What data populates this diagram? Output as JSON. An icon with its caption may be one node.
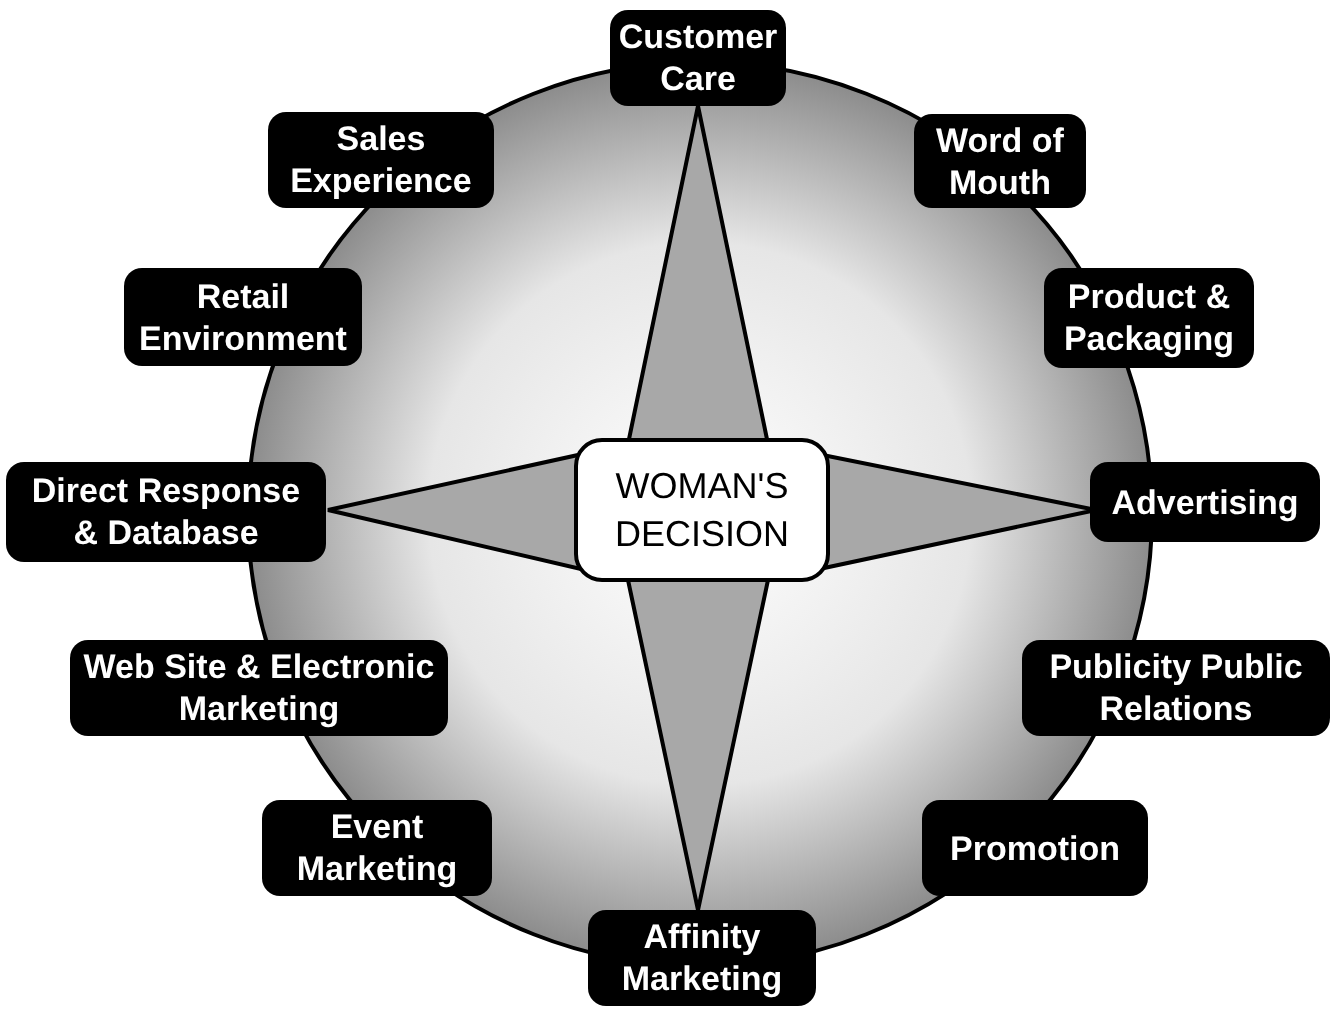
{
  "diagram": {
    "nodes": [
      {
        "text": [
          "Customer Care"
        ]
      },
      {
        "text": [
          "Sales Experience"
        ]
      },
      {
        "text": [
          "Word of Mouth"
        ]
      },
      {
        "text": [
          "Retail Environment"
        ]
      },
      {
        "text": [
          "Product & Packaging"
        ]
      },
      {
        "text": [
          "Direct Response & Database"
        ]
      },
      {
        "text": [],
        "shape": "star"
      },
      {
        "text": [
          "WOMAN'S DECISION"
        ],
        "in": 6
      },
      {
        "text": [
          "Advertising"
        ]
      },
      {
        "text": [
          "Web Site & Electronic Marketing"
        ]
      },
      {
        "text": [
          "Publicity Public Relations"
        ]
      },
      {
        "text": [
          "Event Marketing"
        ]
      },
      {
        "text": [
          "Promotion"
        ]
      },
      {
        "text": [
          "Affinity Marketing"
        ]
      }
    ],
    "edges": []
  }
}
